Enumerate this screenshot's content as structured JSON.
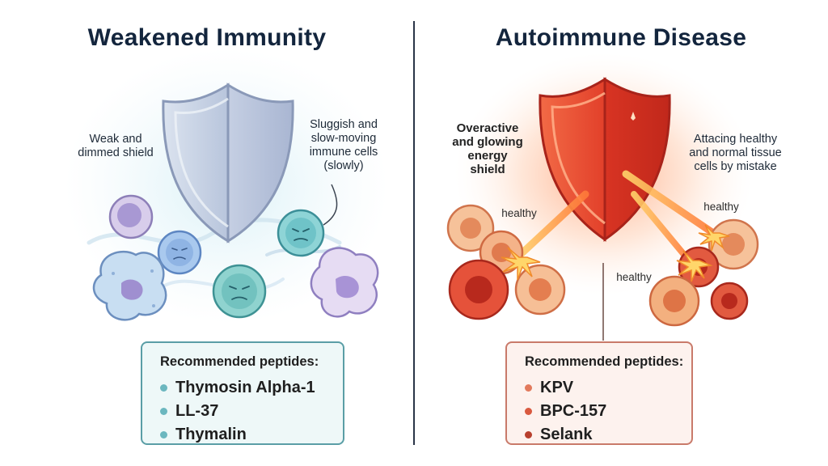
{
  "left_panel": {
    "title": "Weakened Immunity",
    "label_shield": "Weak and\ndimmed shield",
    "label_cells": "Sluggish and\nslow-moving\nimmune cells\n(slowly)",
    "box": {
      "heading": "Recommended peptides:",
      "items": [
        "Thymosin Alpha-1",
        "LL-37",
        "Thymalin"
      ],
      "dot_color": "#6bb7bf"
    }
  },
  "right_panel": {
    "title": "Autoimmune Disease",
    "label_shield": "Overactive\nand glowing\nenergy\nshield",
    "label_attack": "Attacing healthy\nand normal tissue\ncells by mistake",
    "healthy_labels": [
      "healthy",
      "healthy",
      "healthy"
    ],
    "box": {
      "heading": "Recommended peptides:",
      "items": [
        "KPV",
        "BPC-157",
        "Selank"
      ],
      "dot_colors": [
        "#e27a5c",
        "#d9593f",
        "#b8402e"
      ]
    }
  },
  "colors": {
    "title": "#13253d",
    "divider": "#2a3547",
    "shield_weak": "#b9c6dc",
    "shield_strong": "#e8442c",
    "glow_blue": "#d6eef5",
    "glow_red": "#ff8a5c"
  },
  "icons": [
    "weak-shield-icon",
    "glowing-shield-icon",
    "sad-cell-icon",
    "healthy-cell-icon",
    "energy-beam-icon"
  ]
}
